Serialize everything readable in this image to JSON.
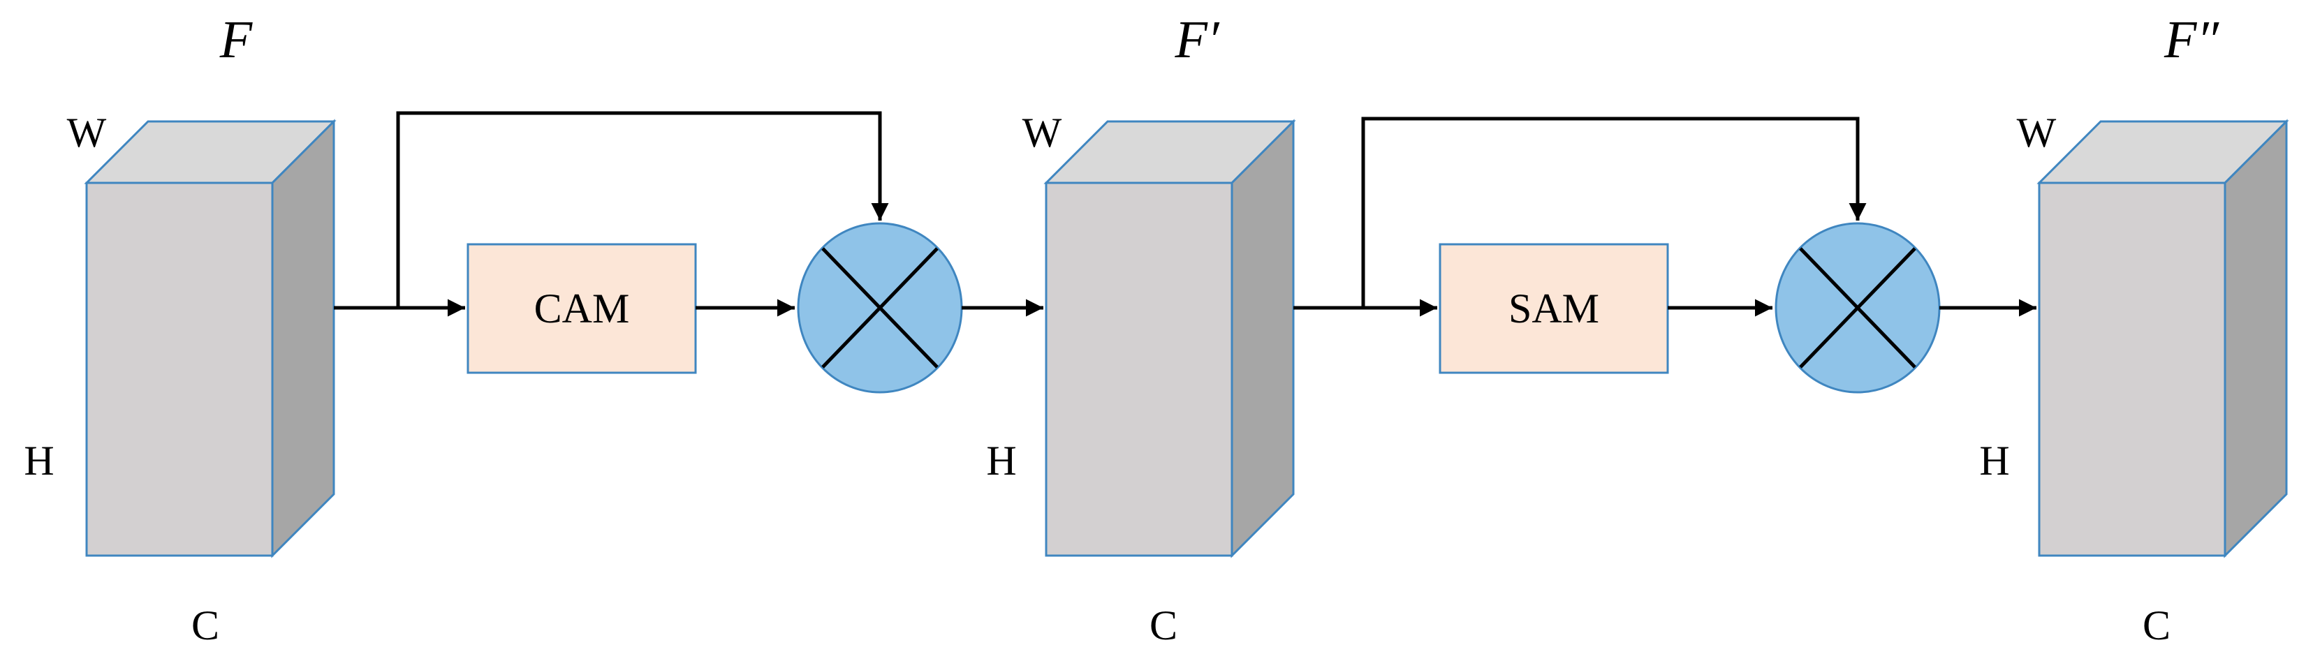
{
  "feature_maps": [
    {
      "title": "F",
      "width_label": "W",
      "height_label": "H",
      "channel_label": "C"
    },
    {
      "title": "F′",
      "width_label": "W",
      "height_label": "H",
      "channel_label": "C"
    },
    {
      "title": "F″",
      "width_label": "W",
      "height_label": "H",
      "channel_label": "C"
    }
  ],
  "modules": [
    {
      "label": "CAM"
    },
    {
      "label": "SAM"
    }
  ],
  "colors": {
    "cube_front": "#d3d0d1",
    "cube_top": "#d9d9d9",
    "cube_side": "#a6a6a6",
    "cube_stroke": "#3f86c0",
    "module_fill": "#fce6d7",
    "module_stroke": "#3f86c0",
    "multiply_fill": "#8fc3e8",
    "multiply_stroke": "#3f86c0",
    "arrow": "#000000"
  }
}
